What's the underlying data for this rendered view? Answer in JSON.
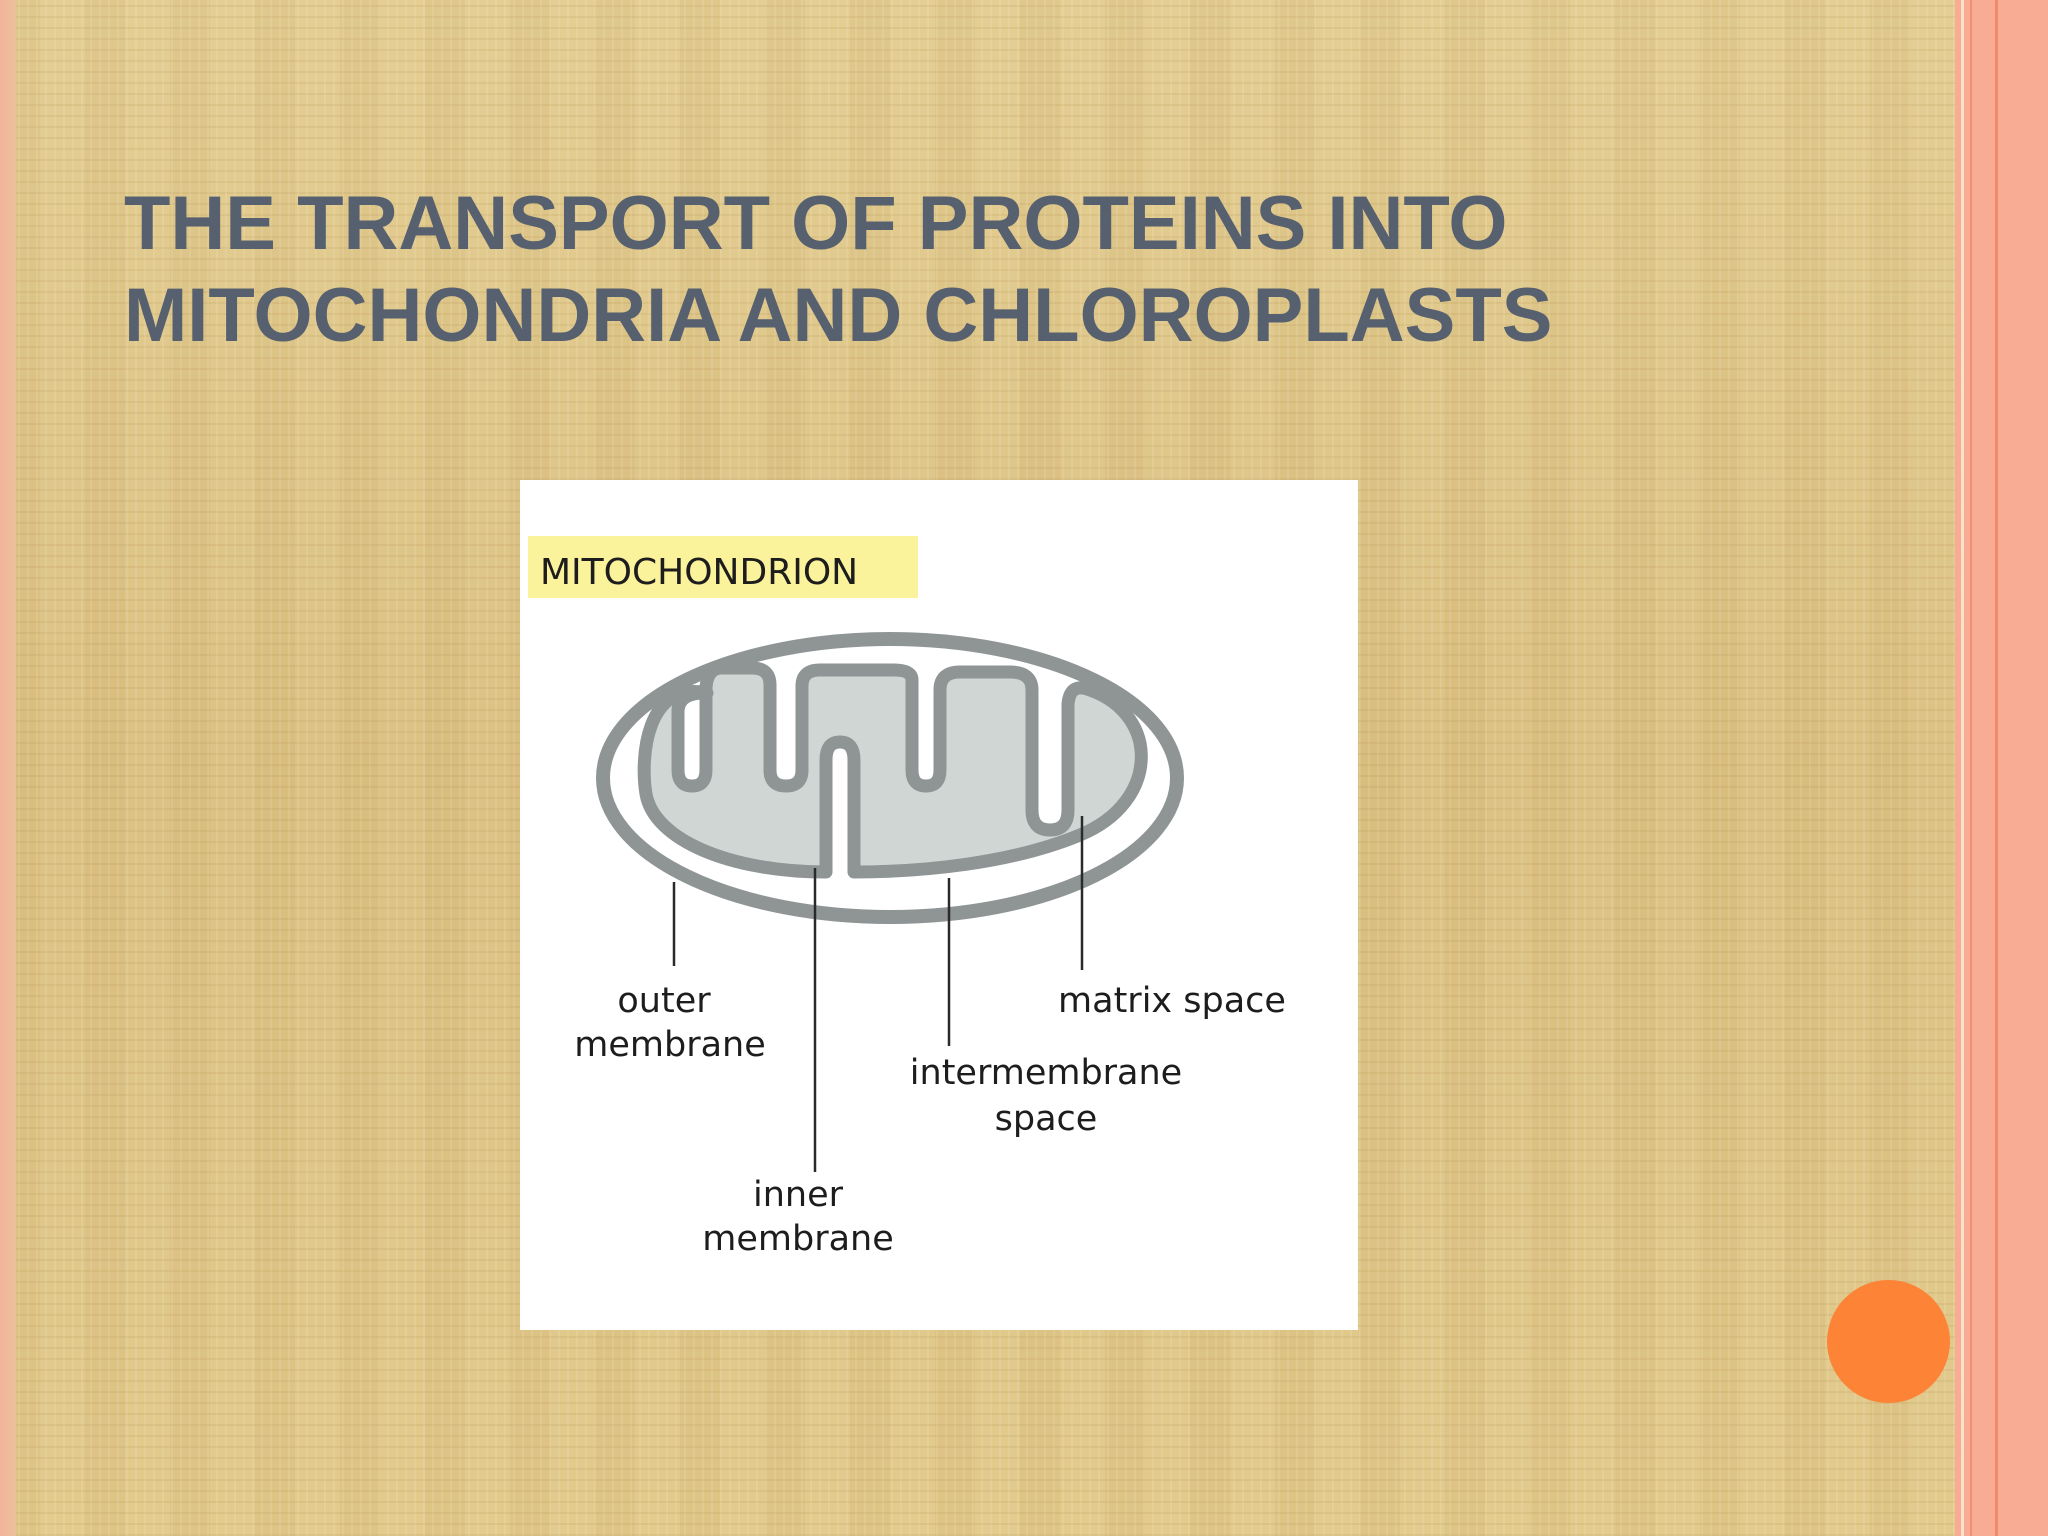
{
  "slide": {
    "title_line1": "THE TRANSPORT OF PROTEINS INTO",
    "title_line2": "MITOCHONDRIA AND CHLOROPLASTS"
  },
  "diagram": {
    "heading": "MITOCHONDRION",
    "labels": {
      "outer_membrane_1": "outer",
      "outer_membrane_2": "membrane",
      "inner_membrane_1": "inner",
      "inner_membrane_2": "membrane",
      "intermembrane_space_1": "intermembrane",
      "intermembrane_space_2": "space",
      "matrix_space": "matrix space"
    }
  },
  "colors": {
    "title": "#56606e",
    "membrane": "#8f9595",
    "matrix": "#cfd6d4",
    "badge": "#fbf29c",
    "accent_dot": "#fd8437",
    "border": "#f7ac93"
  }
}
